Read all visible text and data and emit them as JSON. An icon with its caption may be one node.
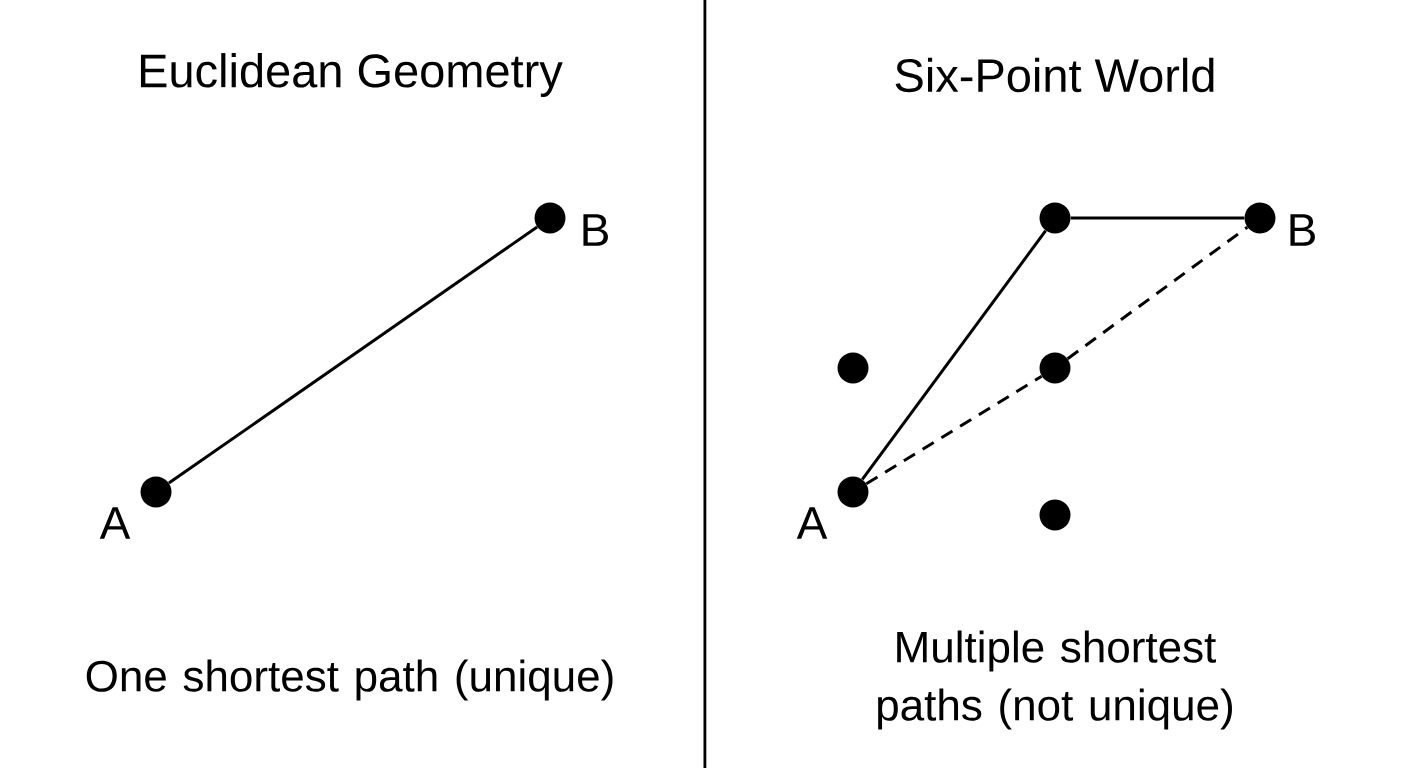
{
  "diagram": {
    "nodes": [
      {
        "text": [],
        "shape": "circle",
        "beside": [
          "A"
        ]
      },
      {
        "text": [],
        "shape": "circle",
        "beside": [
          "B"
        ]
      },
      {
        "text": [],
        "shape": "circle"
      },
      {
        "text": [],
        "shape": "circle",
        "beside": [
          "B"
        ]
      },
      {
        "text": [],
        "shape": "circle"
      },
      {
        "text": [],
        "shape": "circle"
      },
      {
        "text": [],
        "shape": "circle",
        "beside": [
          "A"
        ]
      },
      {
        "text": [],
        "shape": "circle"
      }
    ],
    "edges": [
      {
        "from": 0,
        "to": 1,
        "arrow": "none"
      },
      {
        "from": 6,
        "to": 2,
        "arrow": "none"
      },
      {
        "from": 2,
        "to": 3,
        "arrow": "none"
      },
      {
        "from": 6,
        "to": 5,
        "arrow": "none",
        "style": "dashed"
      },
      {
        "from": 5,
        "to": 3,
        "arrow": "none",
        "style": "dashed"
      }
    ],
    "labels": [
      "Euclidean Geometry",
      "Six-Point World",
      "One shortest path (unique)",
      "Multiple shortest paths (not unique)"
    ]
  }
}
